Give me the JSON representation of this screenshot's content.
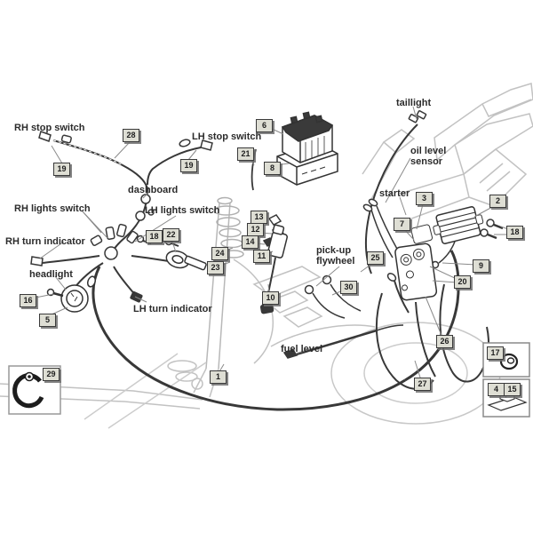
{
  "diagram": {
    "type": "wiring-parts-diagram",
    "subject": "scooter electrical system / cable harness"
  },
  "labels": {
    "rh_stop_switch": "RH stop switch",
    "lh_stop_switch": "LH stop switch",
    "dashboard": "dashboard",
    "rh_lights_switch": "RH lights switch",
    "lh_lights_switch": "LH lights switch",
    "rh_turn_indicator": "RH turn indicator",
    "headlight": "headlight",
    "lh_turn_indicator": "LH turn indicator",
    "taillight": "taillight",
    "oil_level_sensor": "oil level\nsensor",
    "starter": "starter",
    "pickup_flywheel": "pick-up\nflywheel",
    "fuel_level": "fuel level"
  },
  "callouts": {
    "c1": "1",
    "c2": "2",
    "c3": "3",
    "c4": "4",
    "c5": "5",
    "c6": "6",
    "c7": "7",
    "c8": "8",
    "c9": "9",
    "c10": "10",
    "c11": "11",
    "c12": "12",
    "c13": "13",
    "c14": "14",
    "c15": "15",
    "c16": "16",
    "c17": "17",
    "c18a": "18",
    "c18b": "18",
    "c19a": "19",
    "c19b": "19",
    "c20": "20",
    "c21": "21",
    "c22": "22",
    "c23": "23",
    "c24": "24",
    "c25": "25",
    "c26": "26",
    "c27": "27",
    "c28": "28",
    "c29": "29",
    "c30": "30"
  },
  "colors": {
    "background": "#ffffff",
    "callout_background": "#deded4",
    "callout_border": "#3a3a3a",
    "label_text": "#2b2b2b",
    "wire": "#383838",
    "frame_outline": "#c2c2c2",
    "leader_line": "#8a8a8a"
  }
}
